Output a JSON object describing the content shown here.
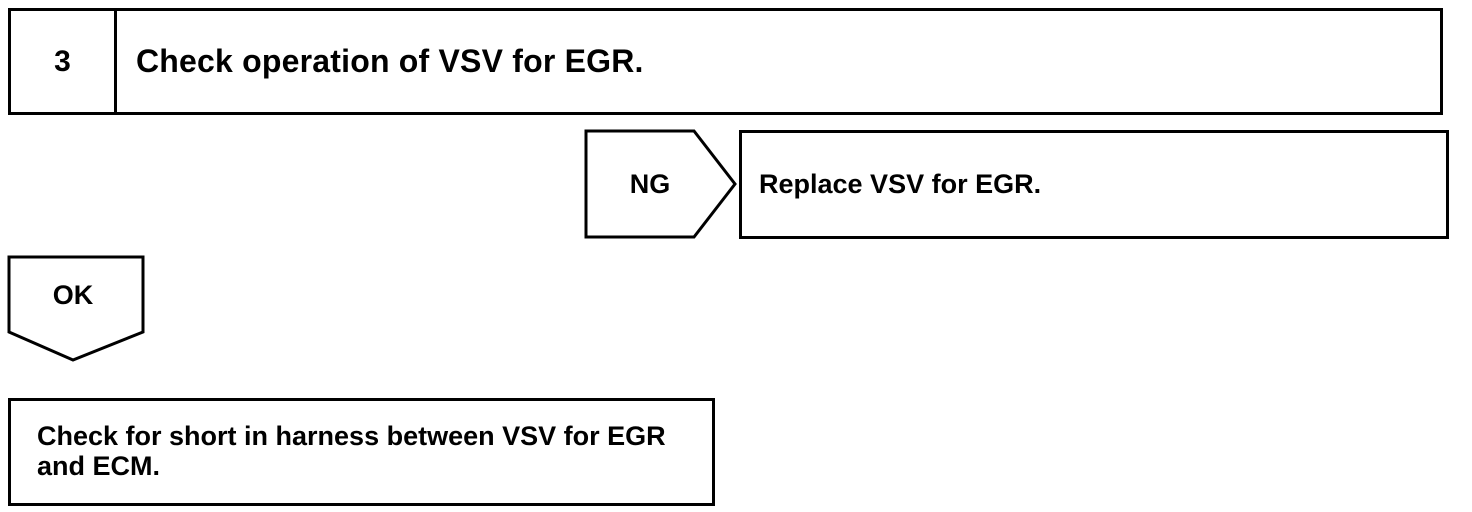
{
  "step": {
    "number": "3",
    "title": "Check operation of VSV for EGR."
  },
  "ng_branch": {
    "label": "NG",
    "action": "Replace VSV for EGR."
  },
  "ok_branch": {
    "label": "OK",
    "action": "Check for short in harness between VSV for EGR and ECM."
  },
  "colors": {
    "stroke": "#000000",
    "background": "#ffffff"
  }
}
